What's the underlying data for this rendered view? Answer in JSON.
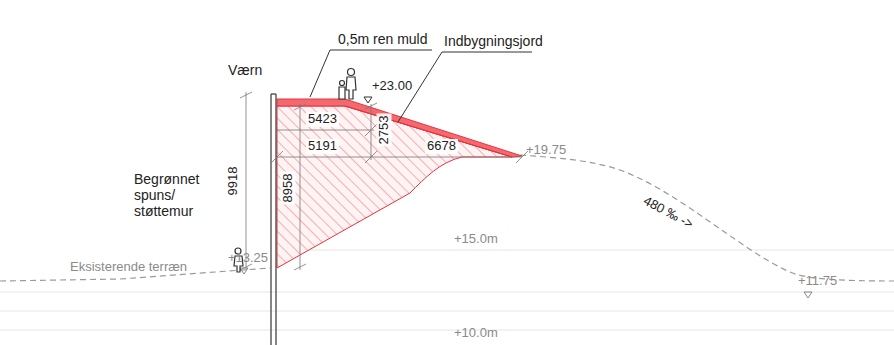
{
  "diagram": {
    "labels": [
      "0,5m ren muld",
      "Indbygningsjord",
      "Værn",
      "+23.00",
      "5423",
      "2753",
      "5191",
      "6678",
      "+19.75",
      "9918",
      "8958",
      "Begrønnet spuns/ støttemur",
      "480 ‰ ->",
      "+15.0m",
      "+11.75",
      "Eksisterende terræn",
      "+13.25",
      "+10.0m"
    ]
  }
}
